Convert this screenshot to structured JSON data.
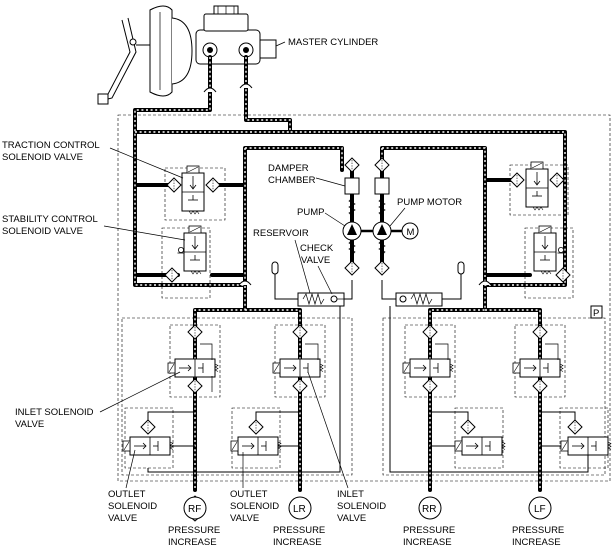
{
  "labels": {
    "master_cylinder": "MASTER CYLINDER",
    "traction_control": [
      "TRACTION CONTROL",
      "SOLENOID VALVE"
    ],
    "stability_control": [
      "STABILITY CONTROL",
      "SOLENOID VALVE"
    ],
    "damper_chamber": [
      "DAMPER",
      "CHAMBER"
    ],
    "pump": "PUMP",
    "pump_motor": "PUMP MOTOR",
    "reservoir": "RESERVOIR",
    "check_valve": [
      "CHECK",
      "VALVE"
    ],
    "inlet_solenoid_left": [
      "INLET SOLENOID",
      "VALVE"
    ],
    "outlet_solenoid_1": [
      "OUTLET",
      "SOLENOID",
      "VALVE"
    ],
    "outlet_solenoid_2": [
      "OUTLET",
      "SOLENOID",
      "VALVE"
    ],
    "inlet_solenoid_center": [
      "INLET",
      "SOLENOID",
      "VALVE"
    ],
    "pressure_increase": [
      "PRESSURE",
      "INCREASE"
    ],
    "motor_symbol": "M",
    "p_marker": "P"
  },
  "ports": [
    {
      "id": "rf",
      "label": "RF"
    },
    {
      "id": "lr",
      "label": "LR"
    },
    {
      "id": "rr",
      "label": "RR"
    },
    {
      "id": "lf",
      "label": "LF"
    }
  ],
  "colors": {
    "line": "#000000",
    "background": "#ffffff"
  }
}
